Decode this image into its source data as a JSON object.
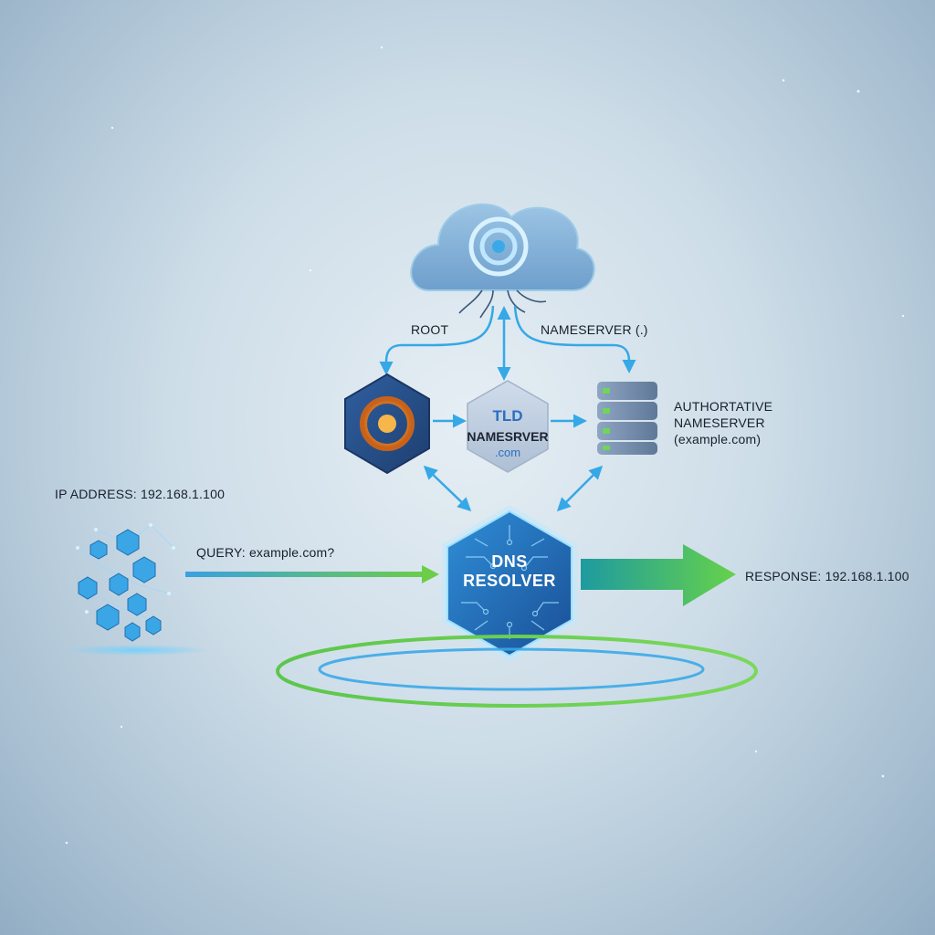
{
  "nodes": {
    "root_label": "ROOT",
    "root_nameserver_label": "NAMESERVER (.)",
    "tld_title": "TLD",
    "tld_name": "NAMESRVER",
    "tld_domain": ".com",
    "authoritative_line1": "AUTHORTATIVE",
    "authoritative_line2": "NAMESERVER",
    "authoritative_line3": "(example.com)",
    "resolver_line1": "DNS",
    "resolver_line2": "RESOLVER"
  },
  "client": {
    "ip_label": "IP ADDRESS: 192.168.1.100",
    "query_label": "QUERY: example.com?"
  },
  "response": {
    "label": "RESPONSE: 192.168.1.100"
  },
  "colors": {
    "accent_blue": "#3aa9e8",
    "accent_green": "#5cc64a",
    "cloud": "#7fb0d8",
    "hex_dark": "#2a4f86",
    "orange_ring": "#f3a23c"
  }
}
